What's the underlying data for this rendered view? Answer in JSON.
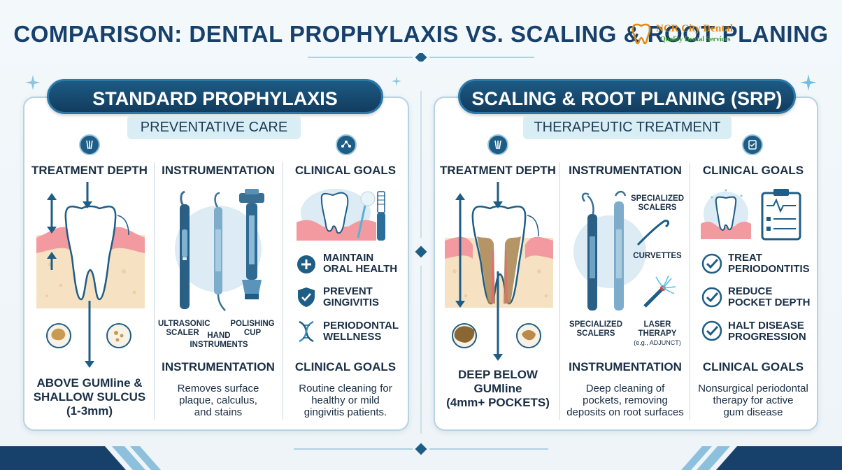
{
  "title": "COMPARISON: DENTAL PROPHYLAXIS VS. SCALING & ROOT PLANING",
  "logo": {
    "name": "NCR City Dental",
    "tagline": "Quality Dental Services"
  },
  "left": {
    "heading": "STANDARD PROPHYLAXIS",
    "subheading": "PREVENTATIVE CARE",
    "depth": {
      "heading": "TREATMENT DEPTH",
      "text_line1": "ABOVE GUMline &",
      "text_line2": "SHALLOW SULCUS",
      "text_line3": "(1-3mm)"
    },
    "instruments": {
      "heading": "INSTRUMENTATION",
      "label_ultrasonic_1": "ULTRASONIC",
      "label_ultrasonic_2": "SCALER",
      "label_hand_1": "HAND",
      "label_hand_2": "INSTRUMENTS",
      "label_cup_1": "POLISHING",
      "label_cup_2": "CUP",
      "subheading": "INSTRUMENTATION",
      "desc_line1": "Removes surface",
      "desc_line2": "plaque, calculus,",
      "desc_line3": "and stains"
    },
    "goals": {
      "heading": "CLINICAL GOALS",
      "items": [
        {
          "line1": "MAINTAIN",
          "line2": "ORAL HEALTH",
          "icon": "plus-shield-icon"
        },
        {
          "line1": "PREVENT",
          "line2": "GINGIVITIS",
          "icon": "check-shield-icon"
        },
        {
          "line1": "PERIODONTAL",
          "line2": "WELLNESS",
          "icon": "dna-icon"
        }
      ],
      "subheading": "CLINICAL GOALS",
      "desc_line1": "Routine cleaning for",
      "desc_line2": "healthy or mild",
      "desc_line3": "gingivitis patients."
    }
  },
  "right": {
    "heading": "SCALING & ROOT PLANING (SRP)",
    "subheading": "THERAPEUTIC TREATMENT",
    "depth": {
      "heading": "TREATMENT DEPTH",
      "text_line1": "DEEP BELOW",
      "text_line2": "GUMline",
      "text_line3": "(4mm+ POCKETS)"
    },
    "instruments": {
      "heading": "INSTRUMENTATION",
      "label_specialized_top_1": "SPECIALIZED",
      "label_specialized_top_2": "SCALERS",
      "label_curvettes": "CURVETTES",
      "label_specialized_bottom_1": "SPECIALIZED",
      "label_specialized_bottom_2": "SCALERS",
      "label_laser_1": "LASER",
      "label_laser_2": "THERAPY",
      "label_laser_3": "(e.g., ADJUNCT)",
      "subheading": "INSTRUMENTATION",
      "desc_line1": "Deep cleaning of",
      "desc_line2": "pockets, removing",
      "desc_line3": "deposits on root surfaces"
    },
    "goals": {
      "heading": "CLINICAL GOALS",
      "items": [
        {
          "line1": "TREAT",
          "line2": "PERIODONTITIS",
          "icon": "check-circle-icon"
        },
        {
          "line1": "REDUCE",
          "line2": "POCKET DEPTH",
          "icon": "check-circle-icon"
        },
        {
          "line1": "HALT DISEASE",
          "line2": "PROGRESSION",
          "icon": "check-circle-icon"
        }
      ],
      "subheading": "CLINICAL GOALS",
      "desc_line1": "Nonsurgical periodontal",
      "desc_line2": "therapy for active",
      "desc_line3": "gum disease"
    }
  },
  "colors": {
    "navy": "#17406b",
    "accent": "#1e5d86",
    "gum": "#f2a7a9",
    "bone": "#f3ddb8"
  }
}
